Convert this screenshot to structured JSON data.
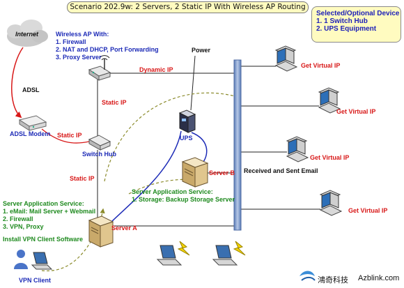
{
  "title": "Scenario 202.9w: 2 Servers, 2 Static IP With Wireless AP Routing",
  "optional": {
    "heading": "Selected/Optional Device",
    "items": [
      "1. 1 Switch Hub",
      "2. UPS Equipment"
    ]
  },
  "internet": "Internet",
  "adsl": "ADSL",
  "adsl_modem": "ADSL Modem",
  "wireless_ap": {
    "heading": "Wireless AP  With:",
    "items": [
      "1. Firewall",
      "2. NAT and DHCP, Port Forwarding",
      "3. Proxy Server"
    ]
  },
  "power": "Power",
  "dynamic_ip": "Dynamic IP",
  "static_ip_1": "Static IP",
  "static_ip_2": "Static IP",
  "static_ip_3": "Static IP",
  "switch_hub": "Switch Hub",
  "ups": "UPS",
  "server_b": "Server B",
  "server_a": "Server A",
  "received_sent": "Received and Sent Email",
  "get_virtual_ip": [
    "Get Virtual IP",
    "Get Virtual IP",
    "Get Virtual IP",
    "Get Virtual IP"
  ],
  "server_b_service": {
    "heading": "Server Application Service:",
    "items": [
      "1. Storage: Backup Storage Server"
    ]
  },
  "server_a_service": {
    "heading": "Server Application Service:",
    "items": [
      "1. eMail: Mail Server + Webmail",
      "2. Firewall",
      "3. VPN, Proxy"
    ]
  },
  "vpn_install": "Install VPN Client Software",
  "vpn_client": "VPN Client",
  "brand_cn": "鴻奇科技",
  "brand_url": "Azblink.com",
  "colors": {
    "bus": "#7b96c4",
    "red": "#d81818",
    "blue": "#1d2bb7",
    "green": "#1f8a1f",
    "note_bg": "#fffbc0"
  }
}
